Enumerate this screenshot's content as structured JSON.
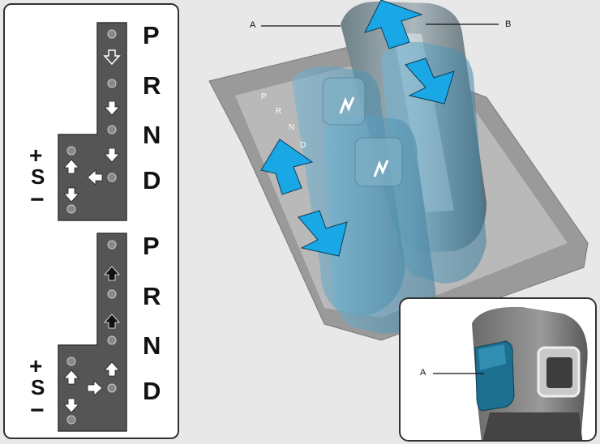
{
  "gate_top": {
    "gears": [
      "P",
      "R",
      "N",
      "D"
    ],
    "plus": "+",
    "s": "S",
    "minus": "−"
  },
  "gate_bottom": {
    "gears": [
      "P",
      "R",
      "N",
      "D"
    ],
    "plus": "+",
    "s": "S",
    "minus": "−"
  },
  "main_callouts": {
    "a": "A",
    "b": "B"
  },
  "lever_letters": [
    "P",
    "R",
    "N",
    "D"
  ],
  "inset_callout": "A",
  "colors": {
    "arrow": "#1aa7e6",
    "gate_plate": "#555555",
    "lever": "#8a9aa3"
  }
}
